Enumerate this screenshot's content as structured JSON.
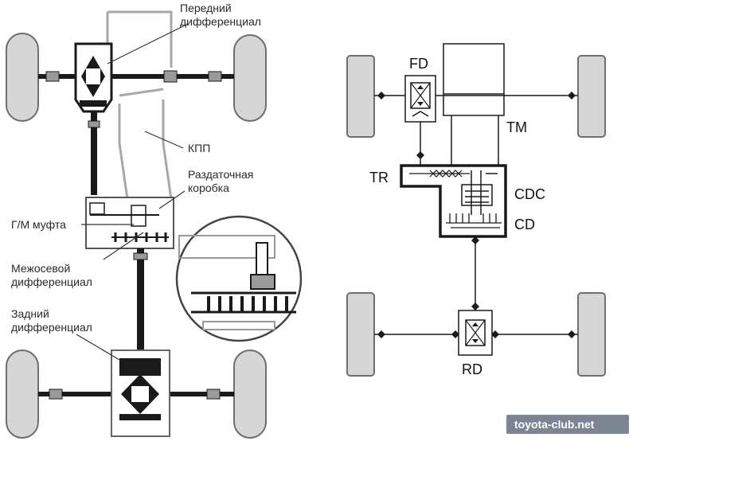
{
  "left_diagram": {
    "labels": {
      "front_diff": [
        "Передний",
        "дифференциал"
      ],
      "gearbox": "КПП",
      "transfer_case": [
        "Раздаточная",
        "коробка"
      ],
      "hm_clutch": "Г/М муфта",
      "center_diff": [
        "Межосевой",
        "дифференциал"
      ],
      "rear_diff": [
        "Задний",
        "дифференциал"
      ]
    }
  },
  "right_diagram": {
    "labels": {
      "fd": "FD",
      "tm": "TM",
      "tr": "TR",
      "cdc": "CDC",
      "cd": "CD",
      "rd": "RD"
    }
  },
  "watermark": "toyota-club.net",
  "colors": {
    "tire_fill": "#d6d6d6",
    "tire_stroke": "#6e6e6e",
    "line": "#1a1a1a",
    "ghost": "#a8a8a8",
    "watermark_bg": "#7d8592"
  }
}
